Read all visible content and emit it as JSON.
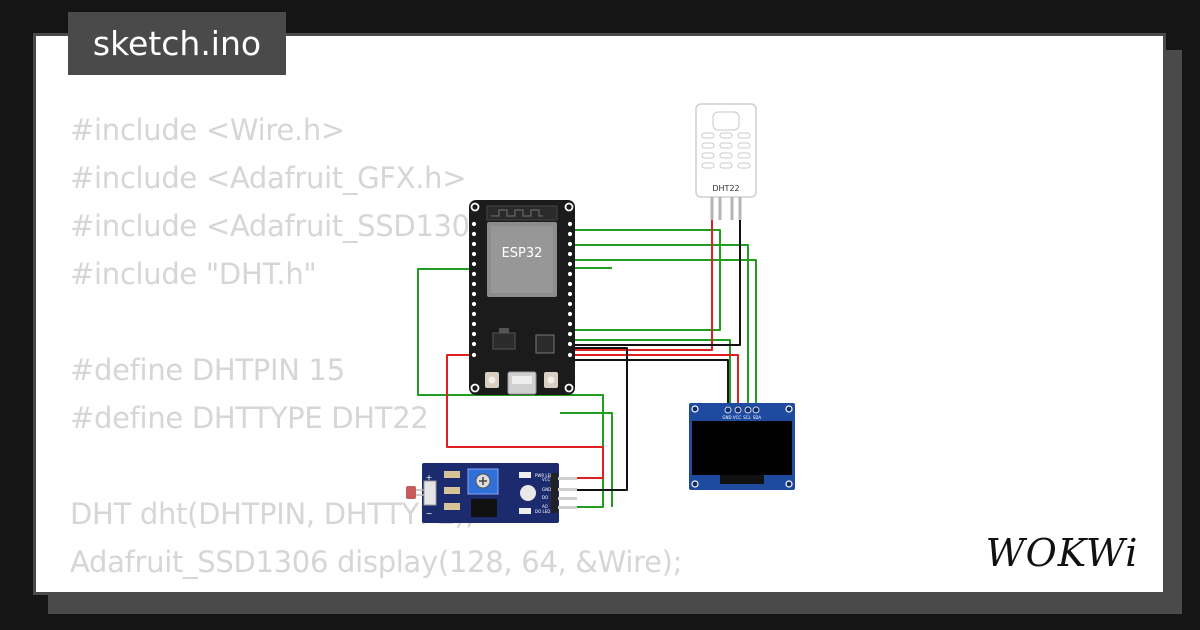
{
  "tab": {
    "filename": "sketch.ino"
  },
  "code_lines": [
    "#include <Wire.h>",
    "#include <Adafruit_GFX.h>",
    "#include <Adafruit_SSD1306.h>",
    "#include \"DHT.h\"",
    "",
    "#define DHTPIN 15",
    "#define DHTTYPE DHT22",
    "",
    "DHT dht(DHTPIN, DHTTYPE);",
    "Adafruit_SSD1306 display(128, 64, &Wire);"
  ],
  "components": {
    "mcu_label": "ESP32",
    "sensor_label": "DHT22",
    "oled_pin_labels": [
      "GND",
      "VCC",
      "SCL",
      "SDA"
    ],
    "ldr_pin_labels": [
      "VCC",
      "GND",
      "DO",
      "AO"
    ],
    "ldr_led_labels": [
      "PWR LED",
      "DO LED"
    ]
  },
  "brand": {
    "logo_text": "WOKWi"
  },
  "colors": {
    "background": "#151515",
    "frame": "#4a4a4a",
    "code_text": "#d6d6d6",
    "wire_green": "#1f9e1f",
    "wire_red": "#e02020",
    "wire_black": "#111111",
    "board_pcb": "#1b1b1b",
    "sensor_pcb": "#1b2b6e"
  }
}
